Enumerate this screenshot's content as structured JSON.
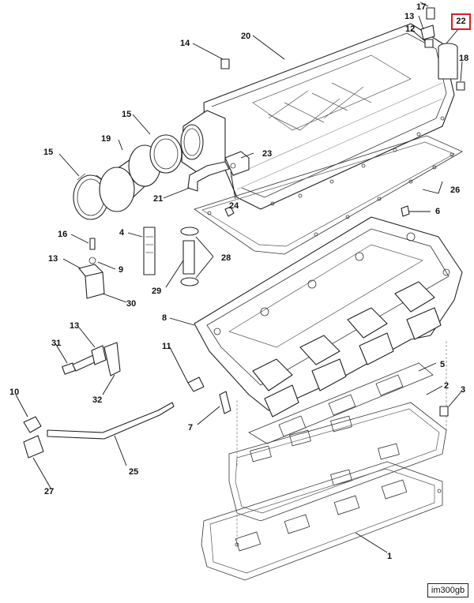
{
  "callouts": {
    "c1": "1",
    "c2": "2",
    "c3": "3",
    "c4": "4",
    "c5": "5",
    "c6": "6",
    "c7": "7",
    "c8": "8",
    "c9": "9",
    "c10": "10",
    "c11": "11",
    "c12": "12",
    "c13a": "13",
    "c13b": "13",
    "c13c": "13",
    "c14": "14",
    "c15a": "15",
    "c15b": "15",
    "c16": "16",
    "c17": "17",
    "c18": "18",
    "c19": "19",
    "c20": "20",
    "c21": "21",
    "c23": "23",
    "c24": "24",
    "c25": "25",
    "c26": "26",
    "c27": "27",
    "c28": "28",
    "c29": "29",
    "c30": "30",
    "c31": "31",
    "c32": "32"
  },
  "highlighted_callout": {
    "label": "22",
    "color": "#e01a1a"
  },
  "image_id": "im300gb"
}
